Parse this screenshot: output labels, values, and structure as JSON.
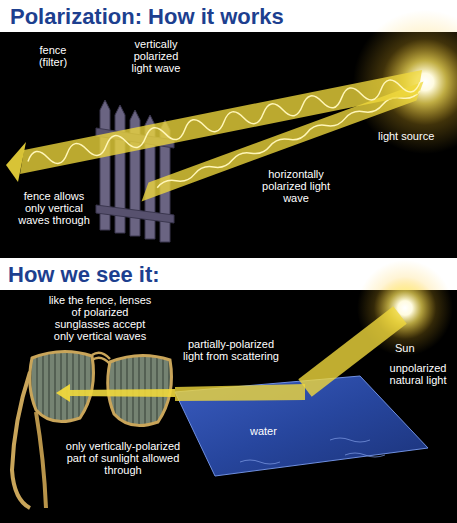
{
  "diagram": {
    "title": "Polarization: How it works",
    "labels": [
      "fence (filter)",
      "vertically polarized light wave",
      "light source",
      "horizontally polarized light wave",
      "fence allows only vertical waves through",
      "How we see it:",
      "like the fence, lenses of polarized sunglasses accept only vertical waves",
      "Sun",
      "partially-polarized light from scattering",
      "unpolarized natural light",
      "water",
      "only vertically-polarized part of sunlight allowed through"
    ]
  }
}
